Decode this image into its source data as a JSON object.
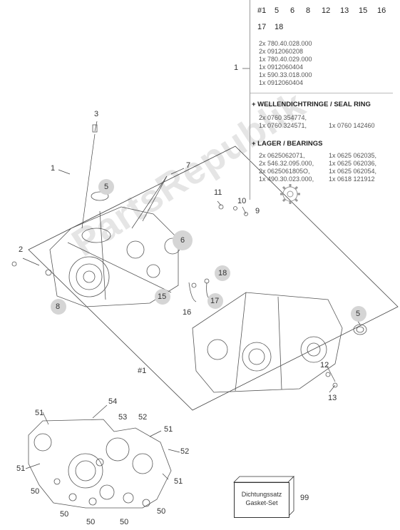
{
  "reference_numbers": {
    "row1": [
      "#1",
      "5",
      "6",
      "8",
      "12",
      "13",
      "15",
      "16"
    ],
    "row2": [
      "17",
      "18"
    ]
  },
  "parts_list": [
    "2x 780.40.028.000",
    "2x 0912060208",
    "1x 780.40.029.000",
    "1x 0912060404",
    "1x 590.33.018.000",
    "1x 0912060404"
  ],
  "seal_ring": {
    "title": "+ WELLENDICHTRINGE /  SEAL RING",
    "left": [
      "2x 0760 354774,",
      "1x 0760 324571,"
    ],
    "right": [
      "",
      "1x 0760 142460"
    ]
  },
  "bearings": {
    "title": "+ LAGER / BEARINGS",
    "left": [
      "2x 0625062071,",
      "2x 546.32.095.000,",
      "2x 0625061805O,",
      "1x 490.30.023.000,"
    ],
    "right": [
      "1x 0625 062035,",
      "1x 0625 062036,",
      "1x 0625 062054,",
      "1x 0618 121912"
    ]
  },
  "callouts": {
    "c1_top": "1",
    "c1_left": "1",
    "c2": "2",
    "c3": "3",
    "c5_left": "5",
    "c5_right": "5",
    "c6": "6",
    "c7": "7",
    "c8": "8",
    "c9": "9",
    "c10": "10",
    "c11": "11",
    "c12": "12",
    "c13": "13",
    "c15": "15",
    "c16": "16",
    "c17": "17",
    "c18": "18",
    "hash1": "#1",
    "c50a": "50",
    "c50b": "50",
    "c50c": "50",
    "c50d": "50",
    "c50e": "50",
    "c51a": "51",
    "c51b": "51",
    "c51c": "51",
    "c51d": "51",
    "c52a": "52",
    "c52b": "52",
    "c53": "53",
    "c54": "54",
    "c99": "99"
  },
  "gasket_set": {
    "line1": "Dichtungssatz",
    "line2": "Gasket-Set"
  },
  "watermark": "PartsRepublik"
}
